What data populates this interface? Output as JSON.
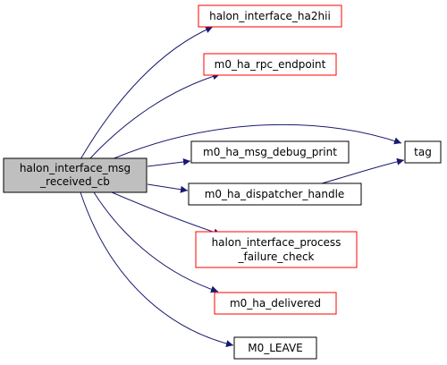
{
  "colors": {
    "edge": "#191970",
    "source_fill": "#bfbfbf",
    "black_border": "#000000",
    "red_border": "#ff0000",
    "text": "#000000"
  },
  "nodes": {
    "halon_interface_msg_received_cb": {
      "line1": "halon_interface_msg",
      "line2": "_received_cb"
    },
    "halon_interface_ha2hii": {
      "label": "halon_interface_ha2hii"
    },
    "m0_ha_rpc_endpoint": {
      "label": "m0_ha_rpc_endpoint"
    },
    "tag": {
      "label": "tag"
    },
    "m0_ha_msg_debug_print": {
      "label": "m0_ha_msg_debug_print"
    },
    "m0_ha_dispatcher_handle": {
      "label": "m0_ha_dispatcher_handle"
    },
    "halon_interface_process_failure_check": {
      "line1": "halon_interface_process",
      "line2": "_failure_check"
    },
    "m0_ha_delivered": {
      "label": "m0_ha_delivered"
    },
    "M0_LEAVE": {
      "label": "M0_LEAVE"
    }
  }
}
